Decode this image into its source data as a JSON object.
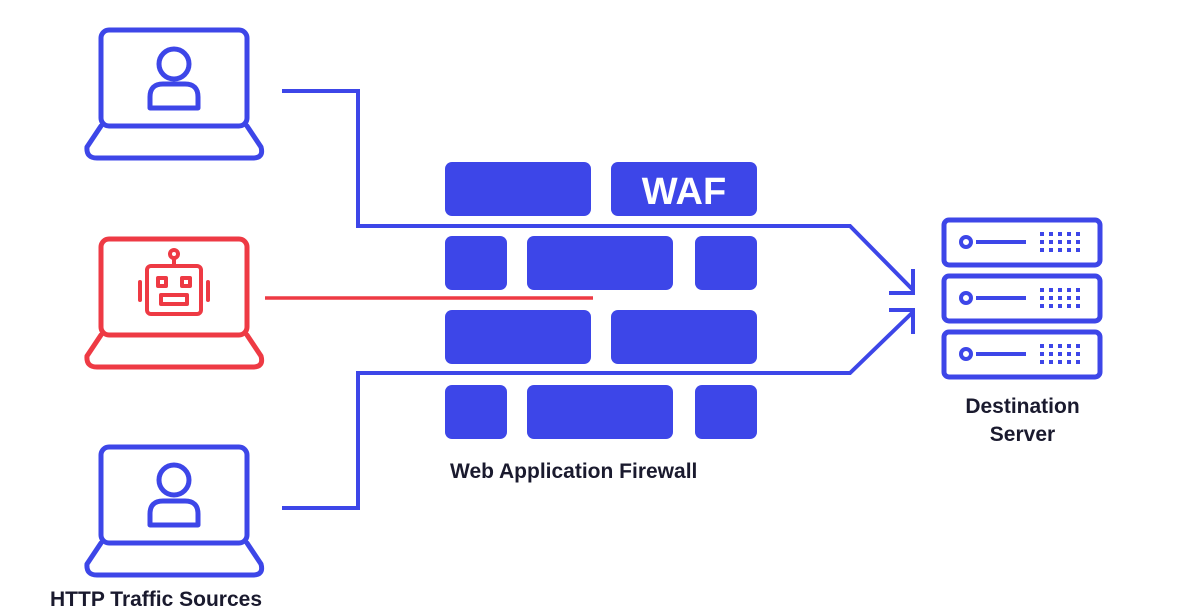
{
  "waf": {
    "badge_text": "WAF",
    "caption": "Web Application Firewall"
  },
  "server": {
    "caption_line1": "Destination",
    "caption_line2": "Server"
  },
  "clients": {
    "caption": "HTTP Traffic Sources"
  },
  "colors": {
    "primary": "#3d46e8",
    "threat": "#ee3a44",
    "text": "#1a1a2e",
    "background": "#ffffff"
  },
  "icons": [
    "person-icon",
    "robot-icon",
    "laptop-icon",
    "server-icon",
    "firewall-icon"
  ]
}
